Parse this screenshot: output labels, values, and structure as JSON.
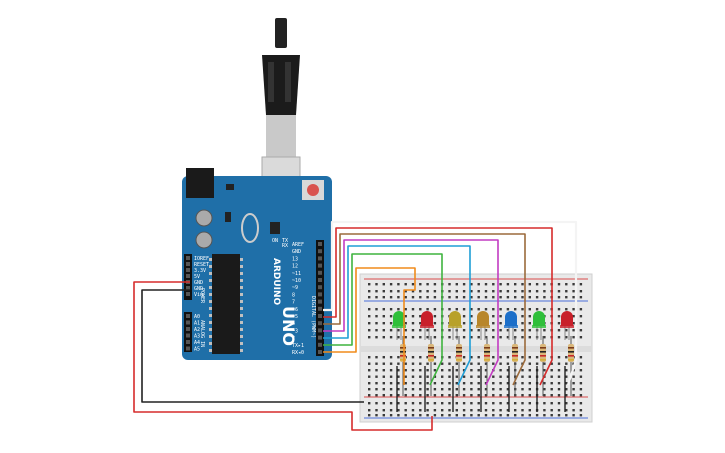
{
  "board": {
    "name_vertical": "ARDUINO",
    "model": "UNO",
    "pins_digital_label": "DIGITAL (PWM~)",
    "pins_power_label": "POWER",
    "pins_analog_label": "ANALOG IN",
    "on_label": "ON",
    "tx_label": "TX",
    "rx_label": "RX",
    "aref": "AREF",
    "gnd": "GND",
    "digital_pins": [
      "13",
      "12",
      "~11",
      "~10",
      "~9",
      "8",
      "7",
      "~6",
      "~5",
      "4",
      "~3",
      "2",
      "TX▸1",
      "RX◂0"
    ],
    "power_pins": [
      "IOREF",
      "RESET",
      "3.3V",
      "5V",
      "GND",
      "GND",
      "Vin"
    ],
    "analog_pins": [
      "A0",
      "A1",
      "A2",
      "A3",
      "A4",
      "A5"
    ]
  },
  "leds": [
    {
      "color": "green",
      "hex": "#2fbf3a"
    },
    {
      "color": "red",
      "hex": "#c8202a"
    },
    {
      "color": "yellow",
      "hex": "#b8a12a"
    },
    {
      "color": "orange",
      "hex": "#b8862a"
    },
    {
      "color": "blue",
      "hex": "#1c6fc9"
    },
    {
      "color": "green",
      "hex": "#2fbf3a"
    },
    {
      "color": "red",
      "hex": "#c8202a"
    }
  ],
  "wires": [
    {
      "from": "pin 0",
      "color": "#f08c1c"
    },
    {
      "from": "pin 1",
      "color": "#3fb43f"
    },
    {
      "from": "pin 2",
      "color": "#1f9ed6"
    },
    {
      "from": "pin 3",
      "color": "#c23bc2"
    },
    {
      "from": "pin 4",
      "color": "#9b6a3b"
    },
    {
      "from": "pin 5",
      "color": "#d62b2b"
    },
    {
      "from": "pin 6",
      "color": "#f4f4f4"
    },
    {
      "from": "5V",
      "color": "#d62b2b"
    },
    {
      "from": "GND",
      "color": "#222222"
    }
  ],
  "colors": {
    "board": "#1f6fa8",
    "breadboard": "#e9e9e9",
    "rail_red": "#d94a4a",
    "rail_blue": "#4a6fd9"
  }
}
